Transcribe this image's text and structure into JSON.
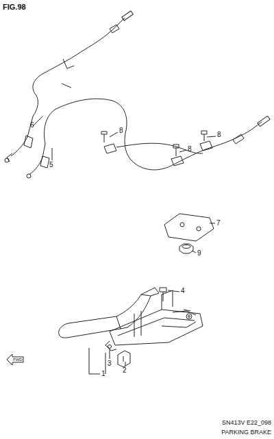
{
  "diagram": {
    "title": "FIG.98",
    "labels": [
      "6",
      "5",
      "8",
      "8",
      "8",
      "7",
      "9",
      "4",
      "3",
      "2",
      "1",
      "FWD",
      "SN413V  E22_098",
      "PARKING BRAKE"
    ]
  }
}
